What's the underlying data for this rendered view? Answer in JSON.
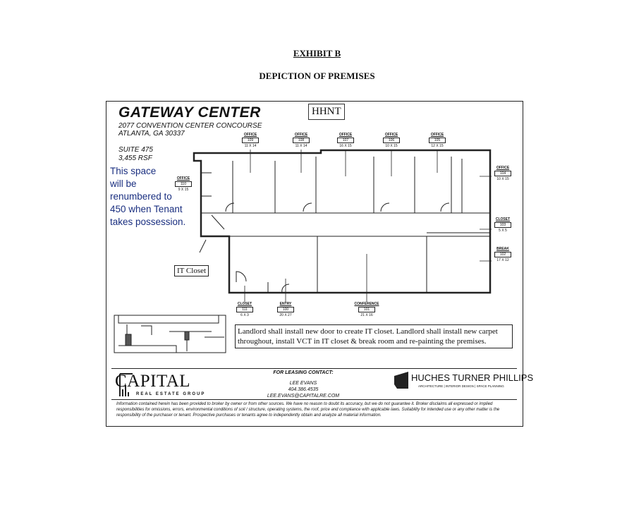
{
  "header": {
    "exhibit": "EXHIBIT B",
    "subtitle": "DEPICTION OF PREMISES"
  },
  "plan": {
    "title": "GATEWAY CENTER",
    "address_line1": "2077 CONVENTION CENTER CONCOURSE",
    "address_line2": "ATLANTA, GA 30337",
    "suite": "SUITE 475",
    "rsf": "3,455 RSF",
    "stamp": "HHNT",
    "renumber_note": [
      "This space",
      "will be",
      "renumbered to",
      "450 when Tenant",
      "takes possession."
    ],
    "it_closet_label": "IT Closet",
    "rooms": [
      {
        "type": "OFFICE",
        "number": "109",
        "size": "11 X 14"
      },
      {
        "type": "OFFICE",
        "number": "108",
        "size": "11 X 14"
      },
      {
        "type": "OFFICE",
        "number": "107",
        "size": "16 X 15"
      },
      {
        "type": "OFFICE",
        "number": "106",
        "size": "10 X 15"
      },
      {
        "type": "OFFICE",
        "number": "105",
        "size": "12 X 15"
      },
      {
        "type": "OFFICE",
        "number": "104",
        "size": "10 X 15"
      },
      {
        "type": "CLOSET",
        "number": "103",
        "size": "5 X 5"
      },
      {
        "type": "BREAK",
        "number": "102",
        "size": "17 X 12"
      },
      {
        "type": "OFFICE",
        "number": "110",
        "size": "9 X 15"
      },
      {
        "type": "CLOSET",
        "number": "111",
        "size": "6 X 3"
      },
      {
        "type": "ENTRY",
        "number": "100",
        "size": "20 X 27"
      },
      {
        "type": "CONFERENCE",
        "number": "101",
        "size": "21 X 16"
      }
    ],
    "landlord_note": "Landlord shall install new door to create IT closet. Landlord shall install new carpet throughout, install VCT in IT closet & break room and re-painting the premises."
  },
  "footer": {
    "broker_logo": "CAPITAL",
    "broker_sub": "REAL ESTATE GROUP",
    "contact_heading": "FOR LEASING CONTACT:",
    "contact_name": "LEE EVANS",
    "contact_phone": "404.386.4535",
    "contact_email": "LEE.EVANS@CAPITALRE.COM",
    "architect_logo": "HUCHES TURNER PHILLIPS",
    "architect_sub": "ARCHITECTURE | INTERIOR DESIGN | SPACE PLANNING",
    "disclaimer": "Information contained herein has been provided to broker by owner or from other sources. We have no reason to doubt its accuracy, but we do not guarantee it. Broker disclaims all expressed or implied responsibilities for omissions, errors, environmental conditions of soil / structure, operating systems, the roof, price and compliance with applicable laws. Suitability for intended use or any other matter is the responsibility of the purchaser or tenant. Prospective purchases or tenants agree to independently obtain and analyze all material information."
  }
}
